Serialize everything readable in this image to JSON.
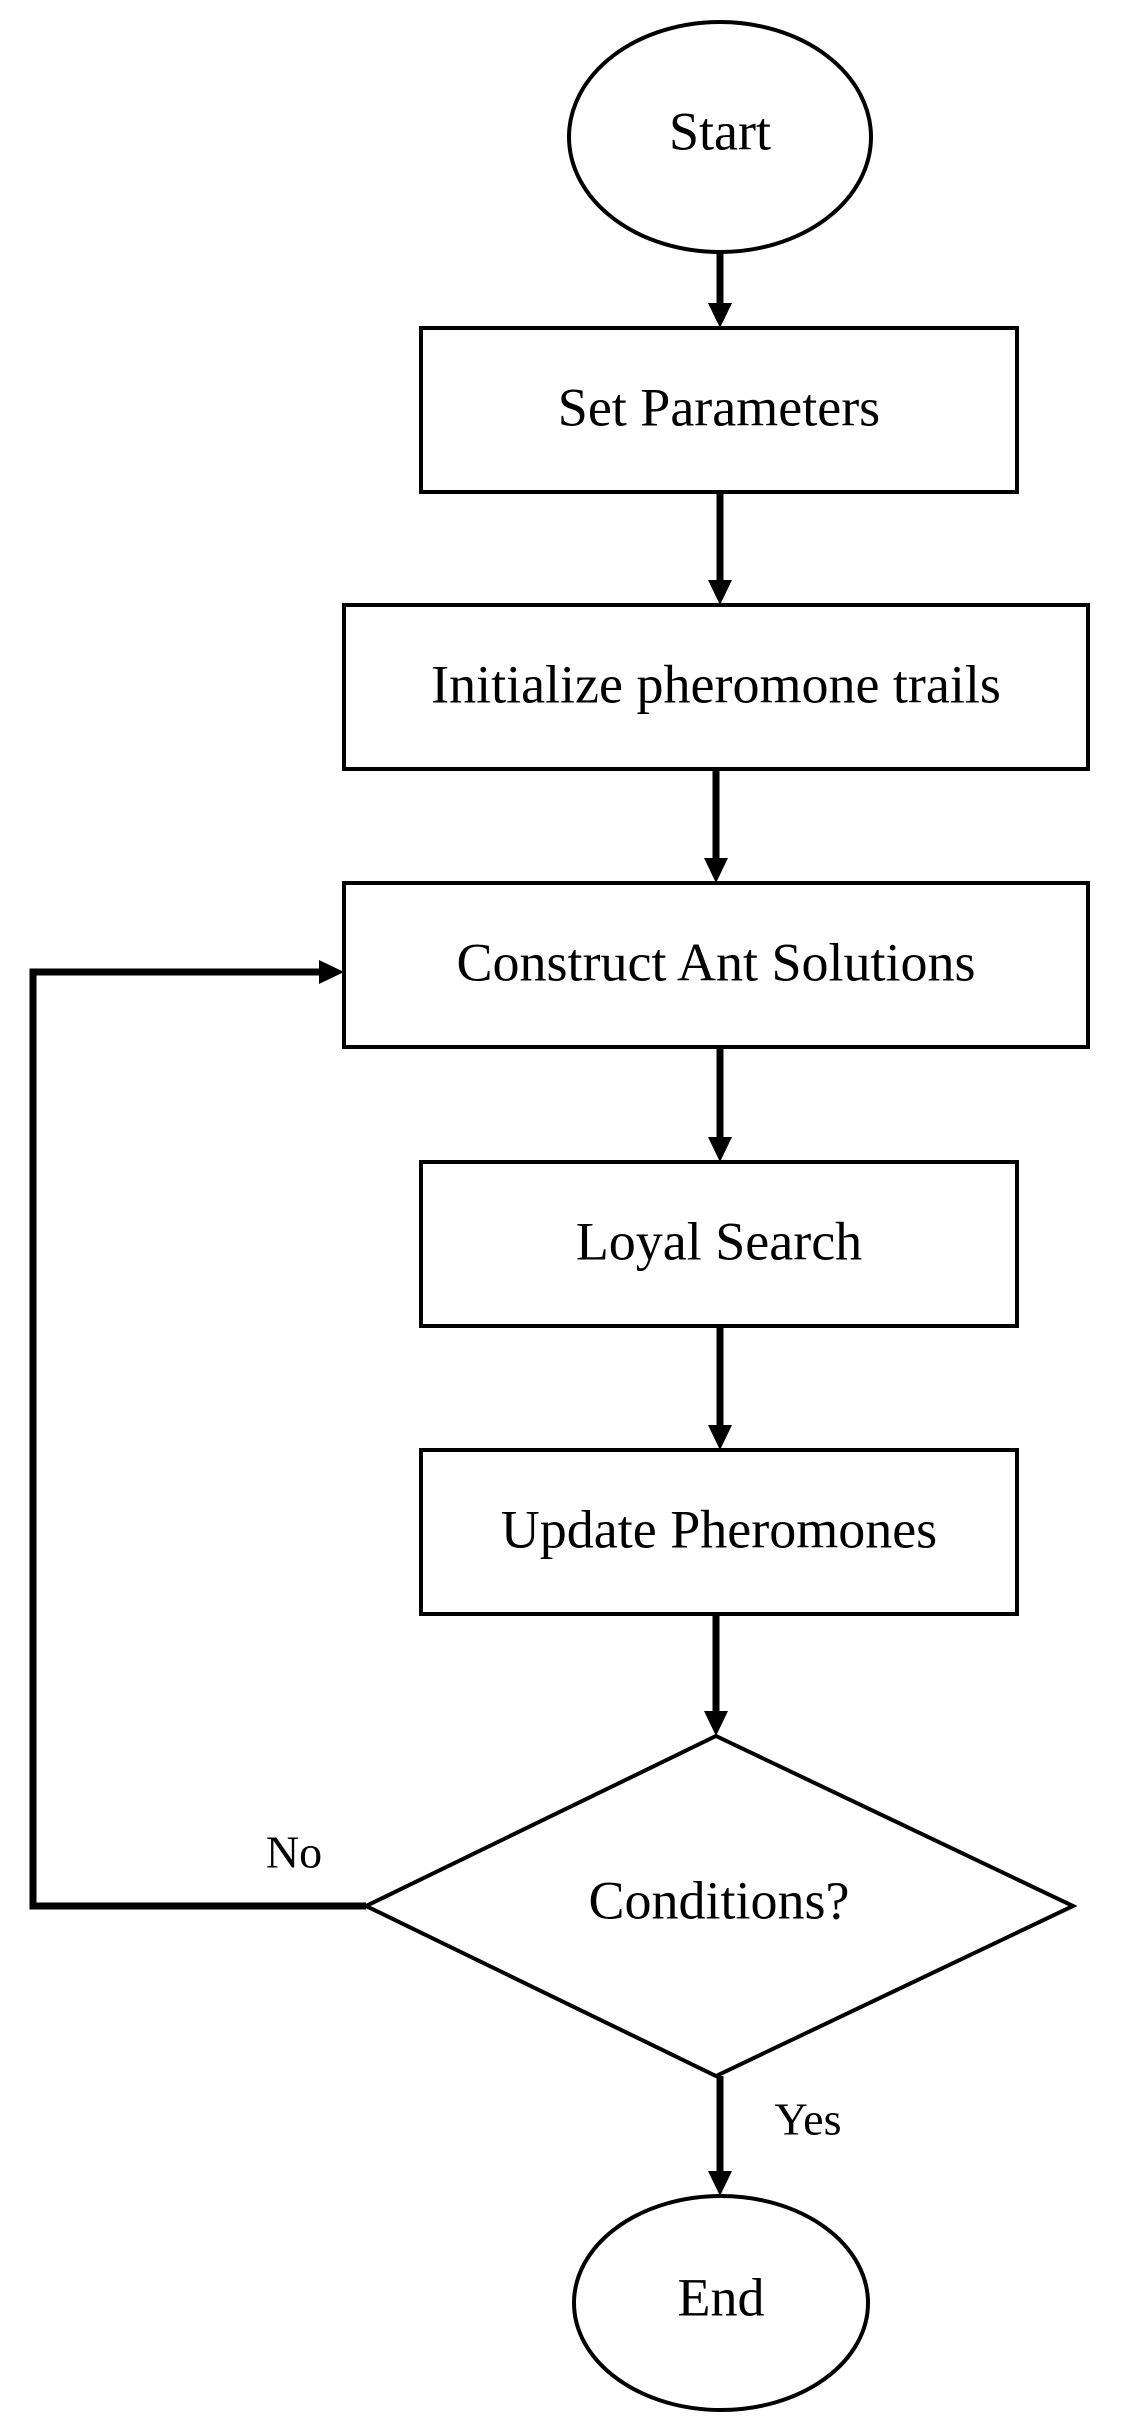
{
  "diagram": {
    "type": "flowchart",
    "nodes": {
      "start": {
        "shape": "ellipse",
        "label": "Start"
      },
      "set_parameters": {
        "shape": "rectangle",
        "label": "Set Parameters"
      },
      "initialize_trails": {
        "shape": "rectangle",
        "label": "Initialize pheromone trails"
      },
      "construct_solutions": {
        "shape": "rectangle",
        "label": "Construct Ant Solutions"
      },
      "loyal_search": {
        "shape": "rectangle",
        "label": "Loyal Search"
      },
      "update_pheromones": {
        "shape": "rectangle",
        "label": "Update Pheromones"
      },
      "conditions": {
        "shape": "diamond",
        "label": "Conditions?"
      },
      "end": {
        "shape": "ellipse",
        "label": "End"
      }
    },
    "edges": [
      {
        "from": "start",
        "to": "set_parameters",
        "label": ""
      },
      {
        "from": "set_parameters",
        "to": "initialize_trails",
        "label": ""
      },
      {
        "from": "initialize_trails",
        "to": "construct_solutions",
        "label": ""
      },
      {
        "from": "construct_solutions",
        "to": "loyal_search",
        "label": ""
      },
      {
        "from": "loyal_search",
        "to": "update_pheromones",
        "label": ""
      },
      {
        "from": "update_pheromones",
        "to": "conditions",
        "label": ""
      },
      {
        "from": "conditions",
        "to": "construct_solutions",
        "label": "No"
      },
      {
        "from": "conditions",
        "to": "end",
        "label": "Yes"
      }
    ],
    "edge_labels": {
      "no": "No",
      "yes": "Yes"
    },
    "colors": {
      "stroke": "#000000",
      "fill": "#ffffff",
      "text": "#000000"
    }
  }
}
